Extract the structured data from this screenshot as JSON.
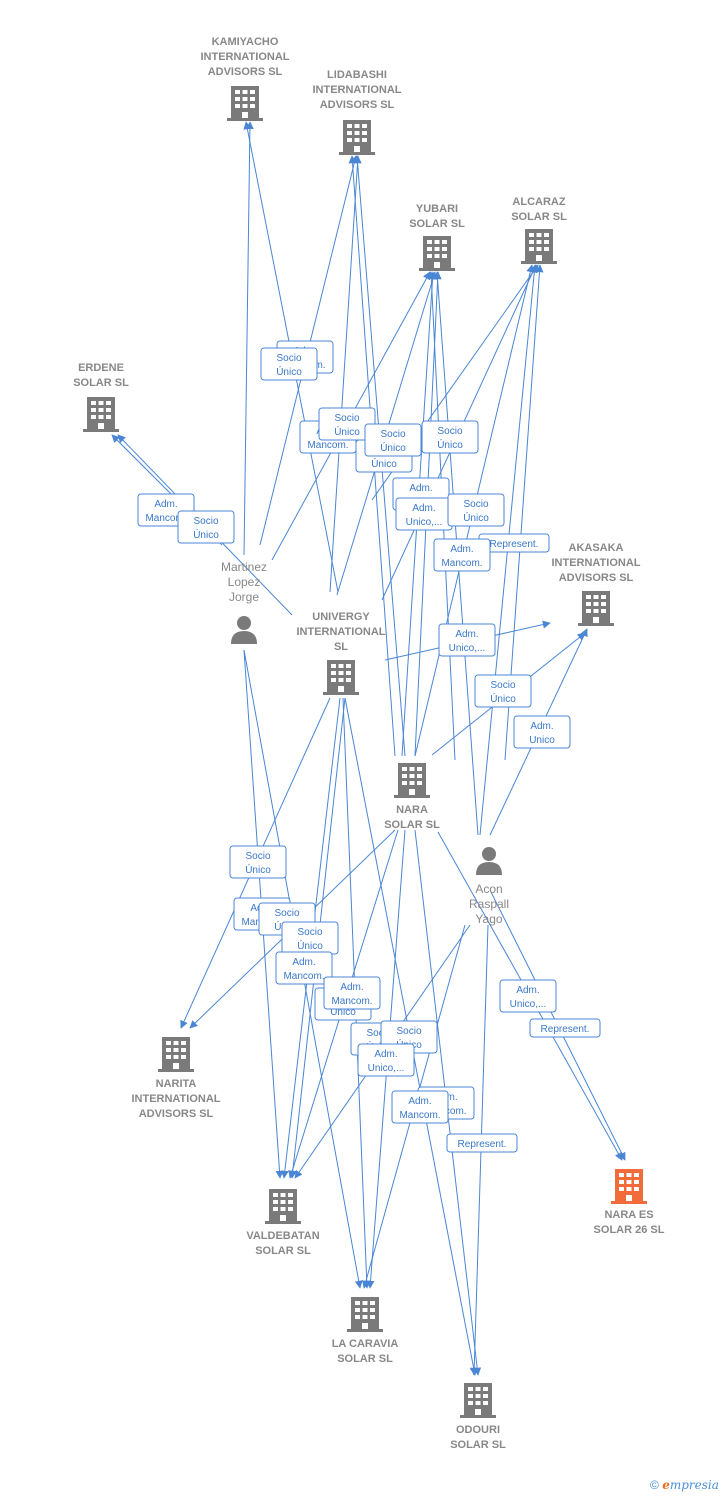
{
  "colors": {
    "edge": "#4a86d4",
    "company": "#7a7a7a",
    "highlight": "#f26b3a",
    "label": "#888888",
    "highlight_label": "#888888"
  },
  "nodes": [
    {
      "id": "kamiyacho",
      "kind": "company",
      "lines": [
        "KAMIYACHO",
        "INTERNATIONAL",
        "ADVISORS  SL"
      ]
    },
    {
      "id": "lidabashi",
      "kind": "company",
      "lines": [
        "LIDABASHI",
        "INTERNATIONAL",
        "ADVISORS  SL"
      ]
    },
    {
      "id": "yubari",
      "kind": "company",
      "lines": [
        "YUBARI",
        "SOLAR  SL"
      ]
    },
    {
      "id": "alcaraz",
      "kind": "company",
      "lines": [
        "ALCARAZ",
        "SOLAR SL"
      ]
    },
    {
      "id": "erdene",
      "kind": "company",
      "lines": [
        "ERDENE",
        "SOLAR  SL"
      ]
    },
    {
      "id": "martinez",
      "kind": "person",
      "lines": [
        "Martinez",
        "Lopez",
        "Jorge"
      ]
    },
    {
      "id": "univergy",
      "kind": "company",
      "lines": [
        "UNIVERGY",
        "INTERNATIONAL",
        "SL"
      ]
    },
    {
      "id": "akasaka",
      "kind": "company",
      "lines": [
        "AKASAKA",
        "INTERNATIONAL",
        "ADVISORS  SL"
      ]
    },
    {
      "id": "nara",
      "kind": "company",
      "lines": [
        "NARA",
        "SOLAR  SL"
      ]
    },
    {
      "id": "acon",
      "kind": "person",
      "lines": [
        "Acon",
        "Raspall",
        "Yago"
      ]
    },
    {
      "id": "narita",
      "kind": "company",
      "lines": [
        "NARITA",
        "INTERNATIONAL",
        "ADVISORS  SL"
      ]
    },
    {
      "id": "naraes",
      "kind": "highlight",
      "lines": [
        "NARA ES",
        "SOLAR 26  SL"
      ]
    },
    {
      "id": "valdebatan",
      "kind": "company",
      "lines": [
        "VALDEBATAN",
        "SOLAR  SL"
      ]
    },
    {
      "id": "lacaravia",
      "kind": "company",
      "lines": [
        "LA CARAVIA",
        "SOLAR  SL"
      ]
    },
    {
      "id": "odouri",
      "kind": "company",
      "lines": [
        "ODOURI",
        "SOLAR  SL"
      ]
    }
  ],
  "edge_labels": [
    {
      "lines": [
        "Adm.",
        "Mancom."
      ]
    },
    {
      "lines": [
        "Socio",
        "Único"
      ]
    },
    {
      "lines": [
        "Socio",
        "Único"
      ]
    },
    {
      "lines": [
        "Adm.",
        "Mancom."
      ]
    },
    {
      "lines": [
        "Socio",
        "Único"
      ]
    },
    {
      "lines": [
        "Socio",
        "Único"
      ]
    },
    {
      "lines": [
        "Socio",
        "Único"
      ]
    },
    {
      "lines": [
        "Adm.",
        "Mancom."
      ]
    },
    {
      "lines": [
        "Socio",
        "Único"
      ]
    },
    {
      "lines": [
        "Adm.",
        "Unico,..."
      ]
    },
    {
      "lines": [
        "Represent."
      ]
    },
    {
      "lines": [
        "Adm.",
        "Mancom."
      ]
    },
    {
      "lines": [
        "Adm.",
        "Mancom."
      ]
    },
    {
      "lines": [
        "Socio",
        "Único"
      ]
    },
    {
      "lines": [
        "Adm.",
        "Unico,..."
      ]
    },
    {
      "lines": [
        "Socio",
        "Único"
      ]
    },
    {
      "lines": [
        "Adm.",
        "Unico"
      ]
    },
    {
      "lines": [
        "Socio",
        "Único"
      ]
    },
    {
      "lines": [
        "Adm.",
        "Mancom."
      ]
    },
    {
      "lines": [
        "Socio",
        "Único"
      ]
    },
    {
      "lines": [
        "Adm.",
        "Mancom."
      ]
    },
    {
      "lines": [
        "Socio",
        "Único"
      ]
    },
    {
      "lines": [
        "Socio",
        "Único"
      ]
    },
    {
      "lines": [
        "Adm.",
        "Mancom."
      ]
    },
    {
      "lines": [
        "Socio",
        "Único"
      ]
    },
    {
      "lines": [
        "Adm.",
        "Unico,..."
      ]
    },
    {
      "lines": [
        "Represent."
      ]
    },
    {
      "lines": [
        "Adm.",
        "Mancom."
      ]
    },
    {
      "lines": [
        "Represent."
      ]
    }
  ],
  "footer": {
    "copyright": "©",
    "brand_e": "e",
    "brand_rest": "mpresia"
  }
}
